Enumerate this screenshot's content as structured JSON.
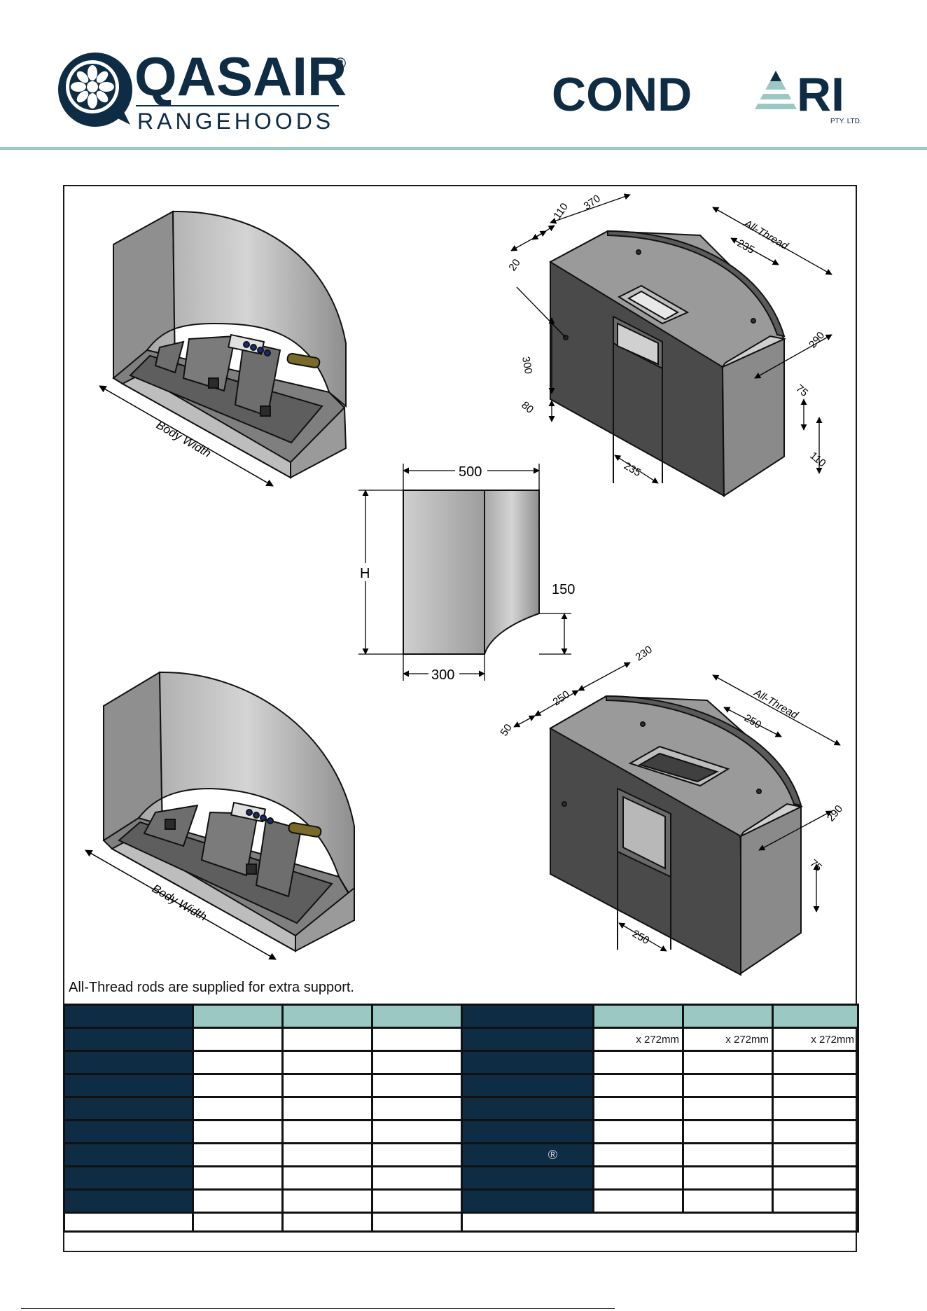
{
  "header": {
    "qasair_brand": "QASAIR",
    "qasair_registered": "®",
    "qasair_sub": "RANGEHOODS",
    "condari_left": "COND",
    "condari_right": "RI",
    "condari_sub": "PTY. LTD."
  },
  "drawings": {
    "top_left": {
      "label": "Body Width"
    },
    "top_right": {
      "dims": [
        "110",
        "370",
        "20",
        "All-Thread",
        "235",
        "300",
        "80",
        "290",
        "75",
        "110",
        "235"
      ]
    },
    "center": {
      "width_top": "500",
      "height": "H",
      "step": "150",
      "width_bottom": "300"
    },
    "bottom_left": {
      "label": "Body Width"
    },
    "bottom_right": {
      "dims": [
        "230",
        "250",
        "50",
        "All-Thread",
        "250",
        "290",
        "75",
        "250"
      ]
    }
  },
  "note": "All-Thread rods are supplied for extra support.",
  "table": {
    "row1_right_values": [
      "x 272mm",
      "x 272mm",
      "x 272mm"
    ],
    "registered_mark": "®"
  },
  "colors": {
    "navy": "#0f2c45",
    "teal": "#9cc8c4",
    "panel_dark": "#4a4a4a",
    "panel_mid": "#9a9a9a",
    "panel_light": "#c8c8c8"
  }
}
